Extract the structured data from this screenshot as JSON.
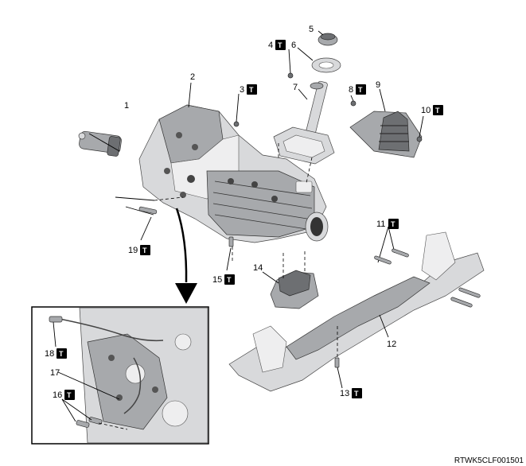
{
  "callouts": [
    {
      "id": "1",
      "label": "1",
      "torque": false
    },
    {
      "id": "2",
      "label": "2",
      "torque": false
    },
    {
      "id": "3",
      "label": "3",
      "torque": true
    },
    {
      "id": "4",
      "label": "4",
      "torque": true
    },
    {
      "id": "5",
      "label": "5",
      "torque": false
    },
    {
      "id": "6",
      "label": "6",
      "torque": false
    },
    {
      "id": "7",
      "label": "7",
      "torque": false
    },
    {
      "id": "8",
      "label": "8",
      "torque": true
    },
    {
      "id": "9",
      "label": "9",
      "torque": false
    },
    {
      "id": "10",
      "label": "10",
      "torque": true
    },
    {
      "id": "11",
      "label": "11",
      "torque": true
    },
    {
      "id": "12",
      "label": "12",
      "torque": false
    },
    {
      "id": "13",
      "label": "13",
      "torque": true
    },
    {
      "id": "14",
      "label": "14",
      "torque": false
    },
    {
      "id": "15",
      "label": "15",
      "torque": true
    },
    {
      "id": "16",
      "label": "16",
      "torque": true
    },
    {
      "id": "17",
      "label": "17",
      "torque": false
    },
    {
      "id": "18",
      "label": "18",
      "torque": true
    },
    {
      "id": "19",
      "label": "19",
      "torque": true
    }
  ],
  "torque_symbol": "T",
  "figure_code": "RTWK5CLF001501"
}
